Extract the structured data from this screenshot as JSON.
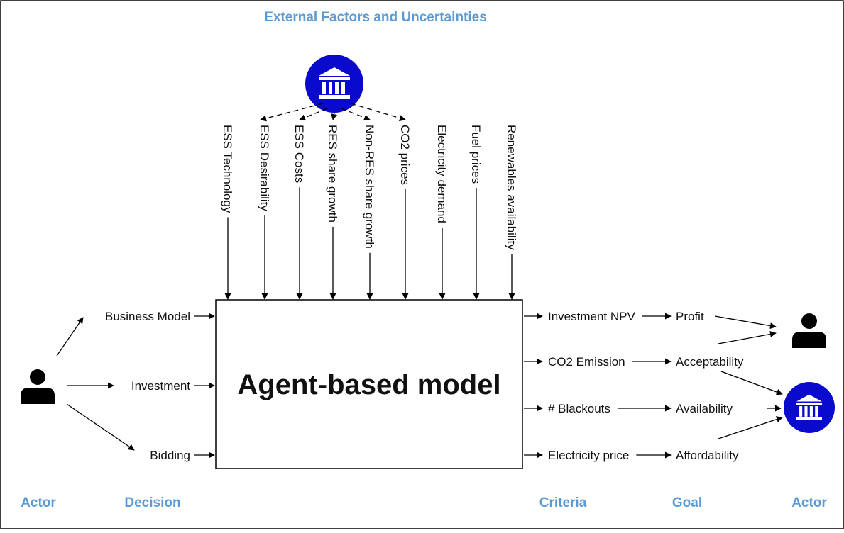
{
  "colors": {
    "accent": "#5B9BD5",
    "icon": "#0A0ACC",
    "line": "#000000"
  },
  "header": {
    "title": "External Factors and Uncertainties"
  },
  "model": {
    "label": "Agent-based model"
  },
  "external_factors": [
    "ESS Technology",
    "ESS Desirability",
    "ESS Costs",
    "RES share growth",
    "Non-RES share growth",
    "CO2 prices",
    "Electricity demand",
    "Fuel prices",
    "Renewables availability"
  ],
  "decisions": [
    "Business Model",
    "Investment",
    "Bidding"
  ],
  "criteria": [
    "Investment NPV",
    "CO2 Emission",
    "# Blackouts",
    "Electricity price"
  ],
  "goals": [
    "Profit",
    "Acceptability",
    "Availability",
    "Affordability"
  ],
  "footer": {
    "actor_left": "Actor",
    "decision": "Decision",
    "criteria": "Criteria",
    "goal": "Goal",
    "actor_right": "Actor"
  },
  "icons": {
    "top": "government-building-icon",
    "left_actor": "person-icon",
    "right_actor": "person-icon",
    "right_institution": "government-building-icon"
  }
}
